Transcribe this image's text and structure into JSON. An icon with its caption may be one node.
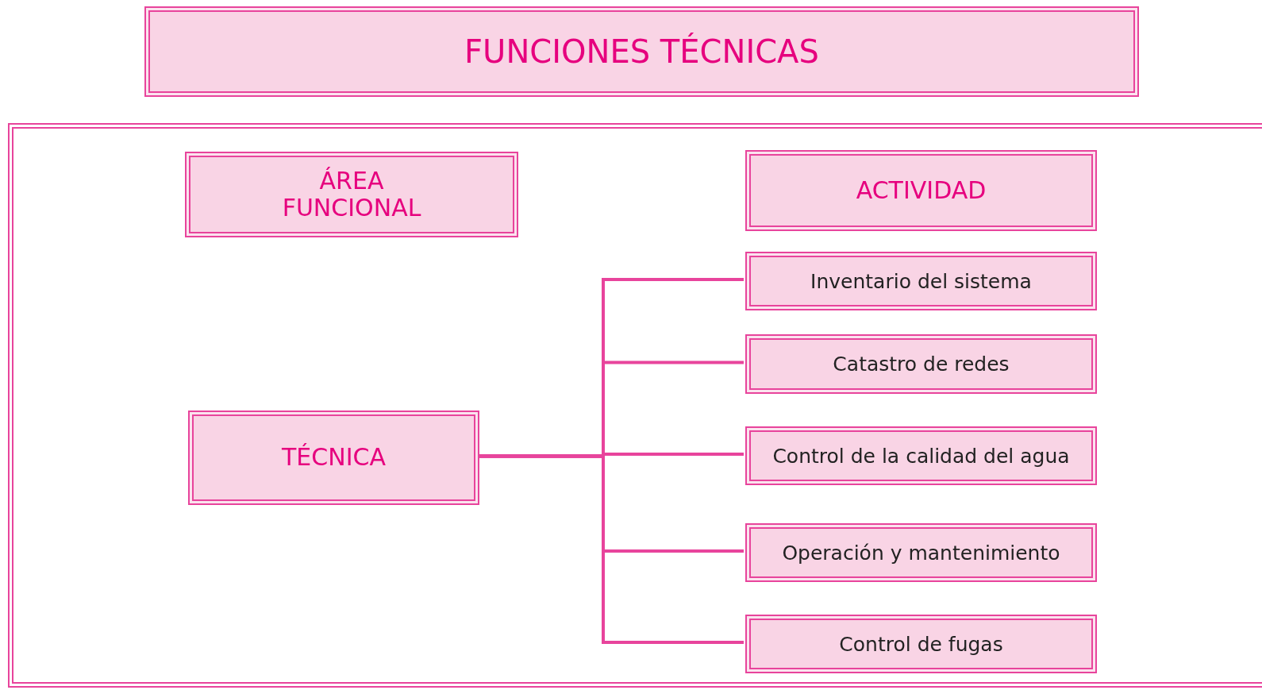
{
  "diagram": {
    "title": "FUNCIONES TÉCNICAS",
    "nodes": [
      {
        "text": [],
        "shape": "box"
      },
      {
        "text": [
          "ÁREA FUNCIONAL"
        ],
        "in": 0
      },
      {
        "text": [
          "ACTIVIDAD"
        ],
        "in": 0
      },
      {
        "text": [
          "TÉCNICA"
        ],
        "in": 0
      },
      {
        "text": [
          "Inventario del sistema"
        ],
        "in": 0
      },
      {
        "text": [
          "Catastro de redes"
        ],
        "in": 0
      },
      {
        "text": [
          "Control de la calidad del agua"
        ],
        "in": 0
      },
      {
        "text": [
          "Operación y mantenimiento"
        ],
        "in": 0
      },
      {
        "text": [
          "Control de fugas"
        ],
        "in": 0
      }
    ],
    "edges": [
      {
        "from": 3,
        "to": 4,
        "arrow": "none"
      },
      {
        "from": 3,
        "to": 5,
        "arrow": "none"
      },
      {
        "from": 3,
        "to": 6,
        "arrow": "none"
      },
      {
        "from": 3,
        "to": 7,
        "arrow": "none"
      },
      {
        "from": 3,
        "to": 8,
        "arrow": "none"
      }
    ]
  }
}
